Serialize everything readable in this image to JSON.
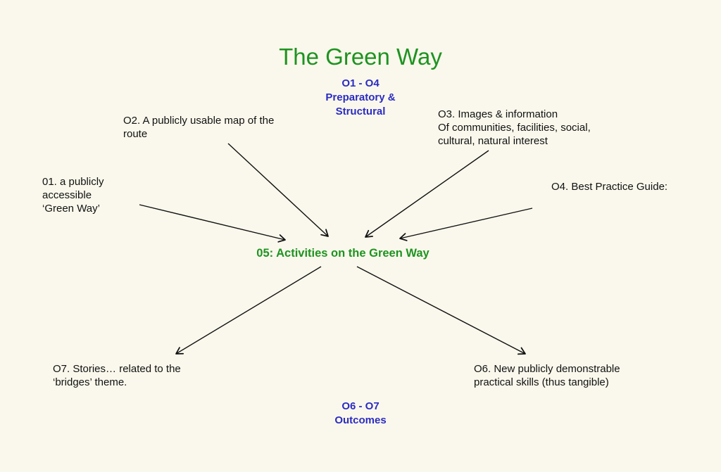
{
  "title": "The Green Way",
  "colors": {
    "background": "#FAF8EC",
    "green": "#1E9321",
    "blue": "#2B2BC4",
    "text": "#111111"
  },
  "groups": {
    "preparatory": {
      "lines": [
        "O1 - O4",
        "Preparatory &",
        "Structural"
      ]
    },
    "outcomes": {
      "lines": [
        "O6 - O7",
        "Outcomes"
      ]
    }
  },
  "nodes": {
    "o1": {
      "lines": [
        "01. a publicly",
        "accessible",
        "‘Green Way’"
      ]
    },
    "o2": {
      "lines": [
        "O2. A publicly usable map of the",
        "route"
      ]
    },
    "o3": {
      "lines": [
        "O3. Images & information",
        "Of communities, facilities, social,",
        "cultural, natural interest"
      ]
    },
    "o4": {
      "lines": [
        "O4. Best Practice Guide:"
      ]
    },
    "center": {
      "label": "05: Activities on the Green Way"
    },
    "o6": {
      "lines": [
        "O6. New publicly demonstrable",
        "practical skills (thus tangible)"
      ]
    },
    "o7": {
      "lines": [
        "O7. Stories… related to the",
        "‘bridges’ theme."
      ]
    }
  }
}
